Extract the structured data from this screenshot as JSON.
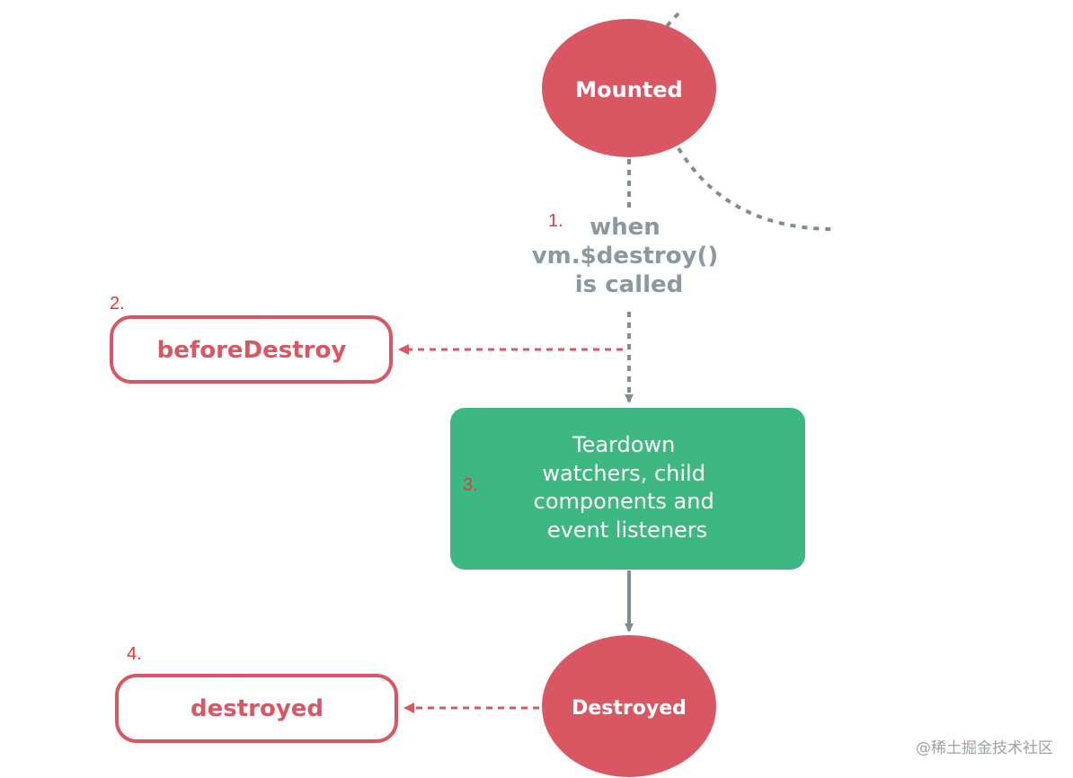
{
  "nodes": {
    "mounted": "Mounted",
    "before_destroy": "beforeDestroy",
    "teardown_lines": [
      "Teardown",
      "watchers, child",
      "components and",
      "event listeners"
    ],
    "destroyed_state": "Destroyed",
    "destroyed_hook": "destroyed"
  },
  "condition_lines": [
    "when",
    "vm.$destroy()",
    "is called"
  ],
  "steps": {
    "step1": "1.",
    "step2": "2.",
    "step3": "3.",
    "step4": "4."
  },
  "watermark": "@稀土掘金技术社区",
  "colors": {
    "state_circle": "#d95763",
    "hook_stroke": "#d95763",
    "hook_text": "#d95763",
    "teardown_box": "#3eb883",
    "connector": "#7f8c95",
    "condition_text": "#8a98a1",
    "step_label": "#e53935"
  }
}
